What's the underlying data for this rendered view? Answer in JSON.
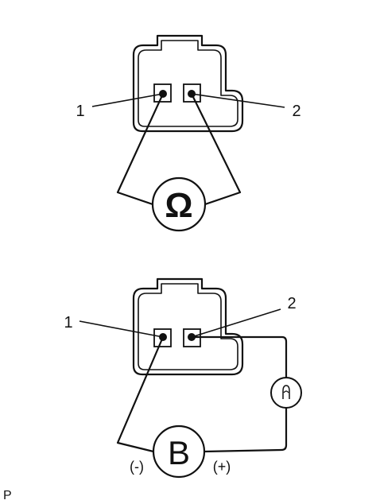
{
  "ohm_test": {
    "terminal_1": "1",
    "terminal_2": "2",
    "meter_symbol": "Ω",
    "meter_icon": "ohmmeter-icon"
  },
  "battery_test": {
    "terminal_1": "1",
    "terminal_2": "2",
    "battery_symbol": "B",
    "negative_label": "(-)",
    "positive_label": "(+)",
    "lamp_icon": "bulb-icon"
  },
  "footer": {
    "corner_mark": "P"
  }
}
